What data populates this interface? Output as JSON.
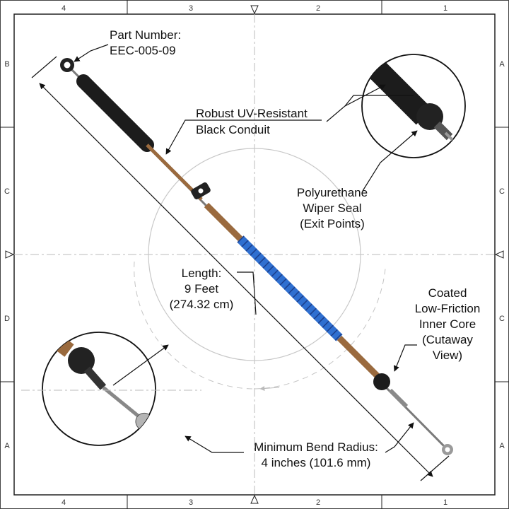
{
  "frame": {
    "top_cols": [
      "4",
      "3",
      "2",
      "1"
    ],
    "bottom_cols": [
      "4",
      "3",
      "2",
      "1"
    ],
    "left_rows": [
      "B",
      "C",
      "D",
      "A"
    ],
    "right_rows": [
      "A",
      "C",
      "C",
      "A"
    ]
  },
  "callouts": {
    "part_number": [
      "Part Number:",
      "EEC-005-09"
    ],
    "conduit": [
      "Robust UV-Resistant",
      "Black Conduit"
    ],
    "wiper_seal": [
      "Polyurethane",
      "Wiper Seal",
      "(Exit Points)"
    ],
    "inner_core": [
      "Coated",
      "Low-Friction",
      "Inner Core",
      "(Cutaway",
      "View)"
    ],
    "length": [
      "Length:",
      "9 Feet",
      "(274.32 cm)"
    ],
    "bend_radius": [
      "Minimum Bend Radius:",
      "4 inches (101.6 mm)"
    ]
  },
  "colors": {
    "conduit": "#1c1c1c",
    "brass": "#9a6a3e",
    "inner_core": "#2f6fd0",
    "line": "#111111",
    "guide": "#bbbbbb"
  }
}
